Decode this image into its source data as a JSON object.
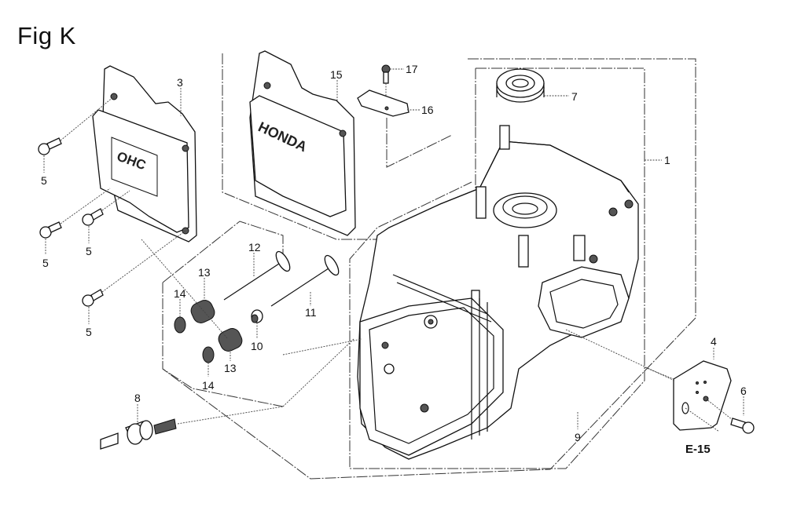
{
  "figure": {
    "title": "Fig K",
    "reference_code": "E-15"
  },
  "parts": [
    {
      "callout": "1",
      "name": "crankcase-assembly"
    },
    {
      "callout": "3",
      "name": "head-cover-ohc"
    },
    {
      "callout": "4",
      "name": "breather-plate"
    },
    {
      "callout": "5",
      "name": "flange-bolt"
    },
    {
      "callout": "6",
      "name": "flange-bolt"
    },
    {
      "callout": "7",
      "name": "oil-seal"
    },
    {
      "callout": "8",
      "name": "spark-plug"
    },
    {
      "callout": "9",
      "name": "cylinder-block"
    },
    {
      "callout": "10",
      "name": "valve-stem-seal"
    },
    {
      "callout": "11",
      "name": "exhaust-valve"
    },
    {
      "callout": "12",
      "name": "intake-valve"
    },
    {
      "callout": "13",
      "name": "valve-spring"
    },
    {
      "callout": "14",
      "name": "valve-spring-retainer"
    },
    {
      "callout": "15",
      "name": "head-cover-honda"
    },
    {
      "callout": "16",
      "name": "bracket"
    },
    {
      "callout": "17",
      "name": "screw"
    }
  ],
  "labels": {
    "c1": "1",
    "c3": "3",
    "c4": "4",
    "c5a": "5",
    "c5b": "5",
    "c5c": "5",
    "c5d": "5",
    "c6": "6",
    "c7": "7",
    "c8": "8",
    "c9": "9",
    "c10": "10",
    "c11": "11",
    "c12": "12",
    "c13a": "13",
    "c13b": "13",
    "c14a": "14",
    "c14b": "14",
    "c15": "15",
    "c16": "16",
    "c17": "17"
  },
  "cover_logos": {
    "left": "OHC",
    "right": "HONDA"
  }
}
